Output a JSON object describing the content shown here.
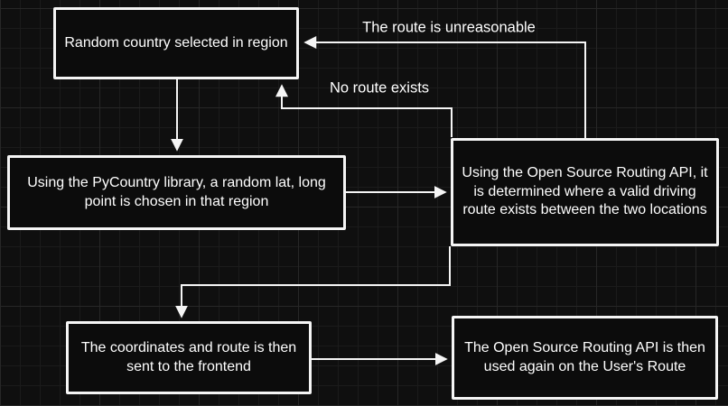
{
  "flowchart": {
    "nodes": [
      {
        "id": "node-1",
        "text": "Random country selected in region"
      },
      {
        "id": "node-2",
        "text": "Using the PyCountry library, a random lat, long point is chosen in that region"
      },
      {
        "id": "node-3",
        "text": "Using the Open Source Routing API, it is determined where a valid driving route exists between the two locations"
      },
      {
        "id": "node-4",
        "text": "The coordinates and route is then sent to the frontend"
      },
      {
        "id": "node-5",
        "text": "The Open Source Routing API is then used again on the User's Route"
      }
    ],
    "edge_labels": [
      {
        "id": "edge-label-unreasonable",
        "text": "The route is unreasonable"
      },
      {
        "id": "edge-label-noroute",
        "text": "No route exists"
      }
    ],
    "colors": {
      "background": "#0f0f0f",
      "grid_minor": "#1b1b1b",
      "grid_major": "#272727",
      "node_fill": "#0c0c0c",
      "stroke": "#f5f5f5",
      "text": "#ffffff"
    }
  }
}
